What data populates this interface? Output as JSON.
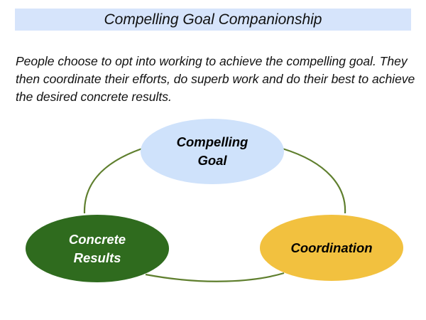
{
  "title": "Compelling Goal Companionship",
  "intro_text": "People choose to opt into working to achieve the compelling goal. They then coordinate their efforts, do superb work and do their best to achieve the desired concrete results.",
  "nodes": {
    "goal": {
      "label": "Compelling Goal",
      "color": "#cfe2fb"
    },
    "coordination": {
      "label": "Coordination",
      "color": "#f2c13f"
    },
    "results": {
      "label": "Concrete Results",
      "color": "#2f6b1e"
    }
  },
  "colors": {
    "title_bar": "#d6e4fb",
    "connector": "#5f7f2e"
  }
}
